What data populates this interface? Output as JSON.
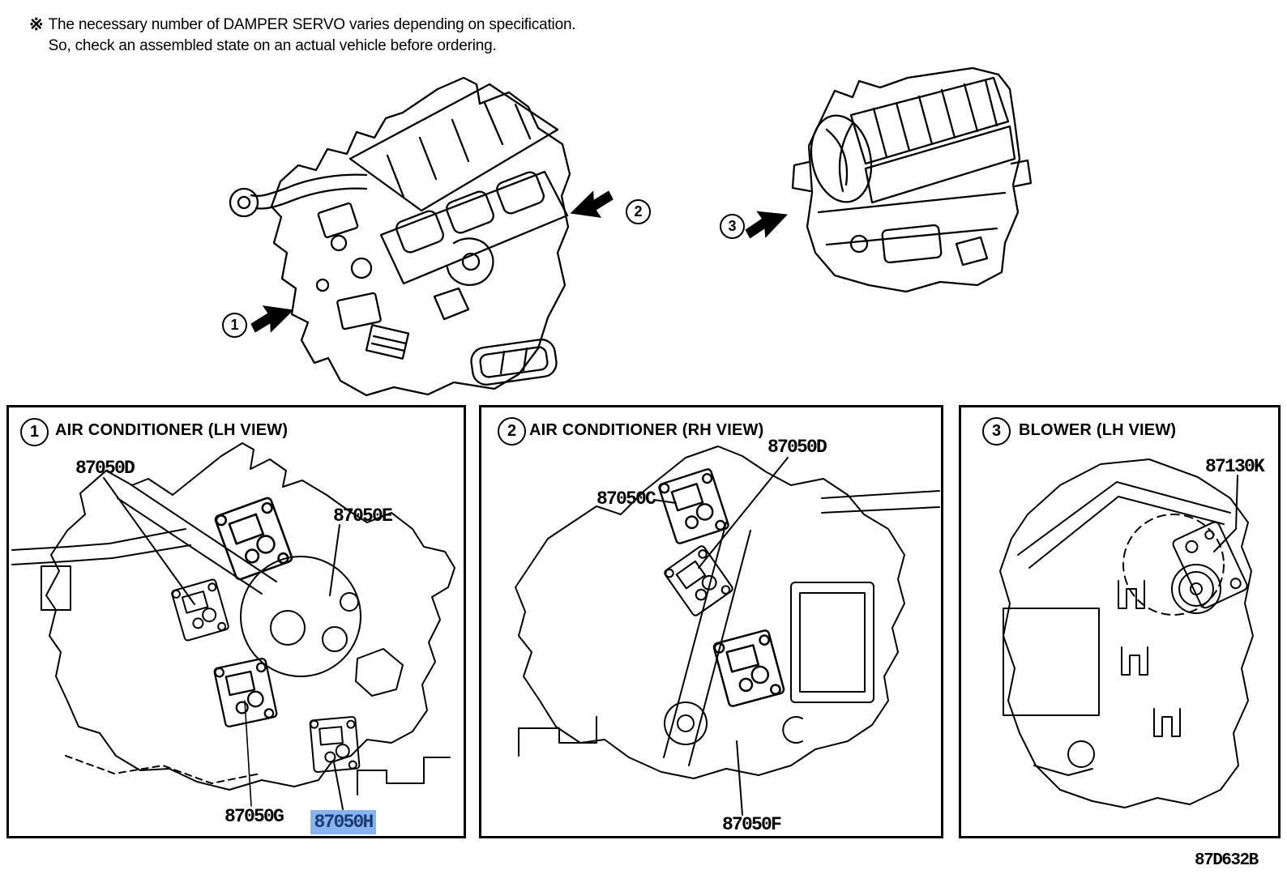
{
  "note": {
    "symbol": "※",
    "line1": "The necessary number of DAMPER SERVO varies depending on specification.",
    "line2": "So, check an assembled state on an actual vehicle before ordering."
  },
  "overview": {
    "refs": [
      {
        "number": "1"
      },
      {
        "number": "2"
      },
      {
        "number": "3"
      }
    ]
  },
  "panels": [
    {
      "number": "1",
      "title": "AIR CONDITIONER (LH VIEW)",
      "parts": [
        {
          "code": "87050D",
          "highlighted": false
        },
        {
          "code": "87050E",
          "highlighted": false
        },
        {
          "code": "87050G",
          "highlighted": false
        },
        {
          "code": "87050H",
          "highlighted": true
        }
      ]
    },
    {
      "number": "2",
      "title": "AIR CONDITIONER (RH VIEW)",
      "parts": [
        {
          "code": "87050C",
          "highlighted": false
        },
        {
          "code": "87050D",
          "highlighted": false
        },
        {
          "code": "87050F",
          "highlighted": false
        }
      ]
    },
    {
      "number": "3",
      "title": "BLOWER (LH VIEW)",
      "parts": [
        {
          "code": "87130K",
          "highlighted": false
        }
      ]
    }
  ],
  "highlight": {
    "background": "#87b3f0",
    "text_color": "#1d3c72"
  },
  "diagram_code": "87D632B",
  "colors": {
    "line": "#000000",
    "page_background": "#ffffff"
  }
}
